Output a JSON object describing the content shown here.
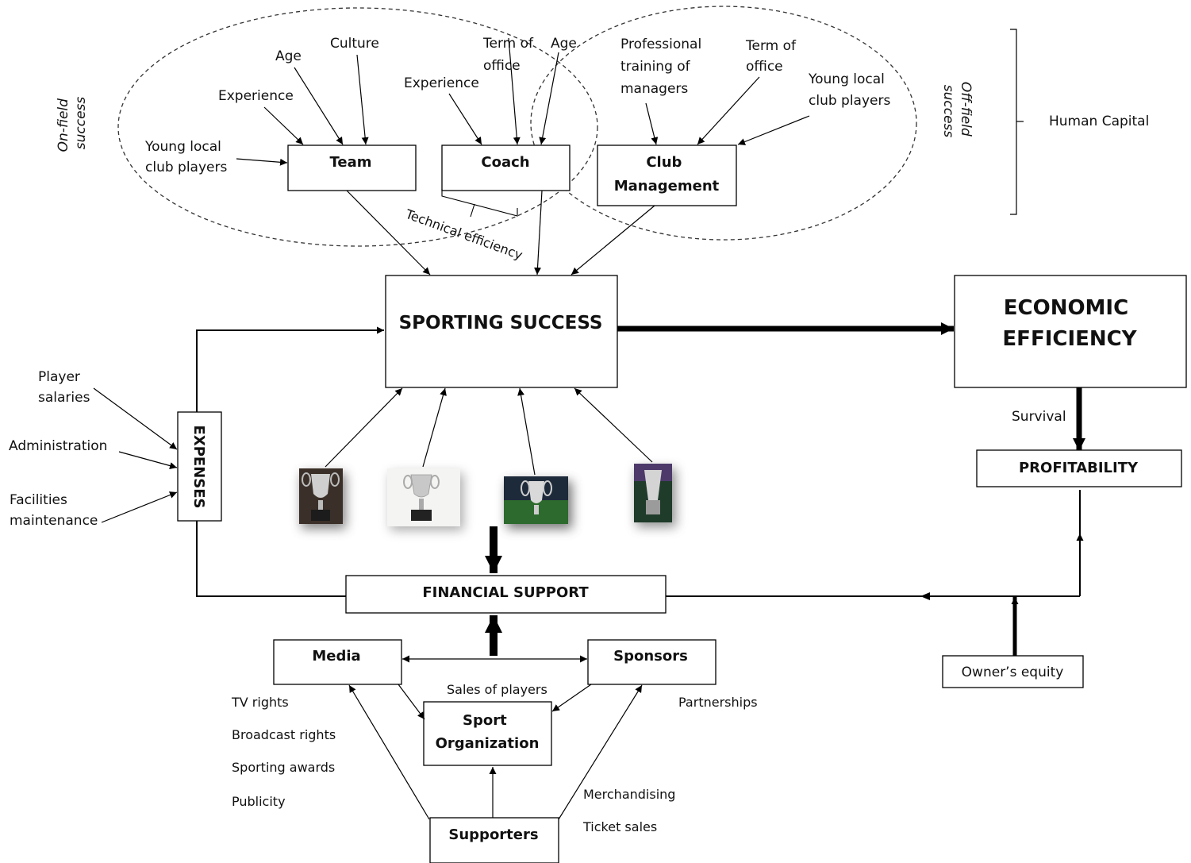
{
  "regions": {
    "on_field": [
      "On-field",
      "success"
    ],
    "off_field": [
      "Off-field",
      "success"
    ],
    "human_capital": "Human Capital",
    "technical_efficiency": "Technical efficiency"
  },
  "team": {
    "title": "Team",
    "inputs": {
      "experience": "Experience",
      "age": "Age",
      "culture": "Culture",
      "young": [
        "Young local",
        "club players"
      ]
    }
  },
  "coach": {
    "title": "Coach",
    "inputs": {
      "experience": "Experience",
      "term": [
        "Term of",
        "office"
      ],
      "age": "Age"
    }
  },
  "club": {
    "title": [
      "Club",
      "Management"
    ],
    "inputs": {
      "training": [
        "Professional",
        "training of",
        "managers"
      ],
      "term": [
        "Term of",
        "office"
      ],
      "young": [
        "Young local",
        "club players"
      ]
    }
  },
  "sporting_success": "SPORTING SUCCESS",
  "economic_efficiency": [
    "ECONOMIC",
    "EFFICIENCY"
  ],
  "survival": "Survival",
  "profitability": "PROFITABILITY",
  "expenses": {
    "title": "EXPENSES",
    "items": {
      "salaries": [
        "Player",
        "salaries"
      ],
      "administration": "Administration",
      "facilities": [
        "Facilities",
        "maintenance"
      ]
    }
  },
  "trophies": [
    "trophy-1",
    "trophy-2",
    "trophy-3",
    "trophy-4"
  ],
  "financial_support": "FINANCIAL SUPPORT",
  "media": {
    "title": "Media",
    "items": [
      "TV rights",
      "Broadcast rights",
      "Sporting awards",
      "Publicity"
    ]
  },
  "sponsors": {
    "title": "Sponsors",
    "items": [
      "Partnerships"
    ]
  },
  "sales_of_players": "Sales of players",
  "sport_org": [
    "Sport",
    "Organization"
  ],
  "supporters": {
    "title": "Supporters",
    "items": [
      "Merchandising",
      "Ticket sales"
    ]
  },
  "owners_equity": "Owner’s equity"
}
